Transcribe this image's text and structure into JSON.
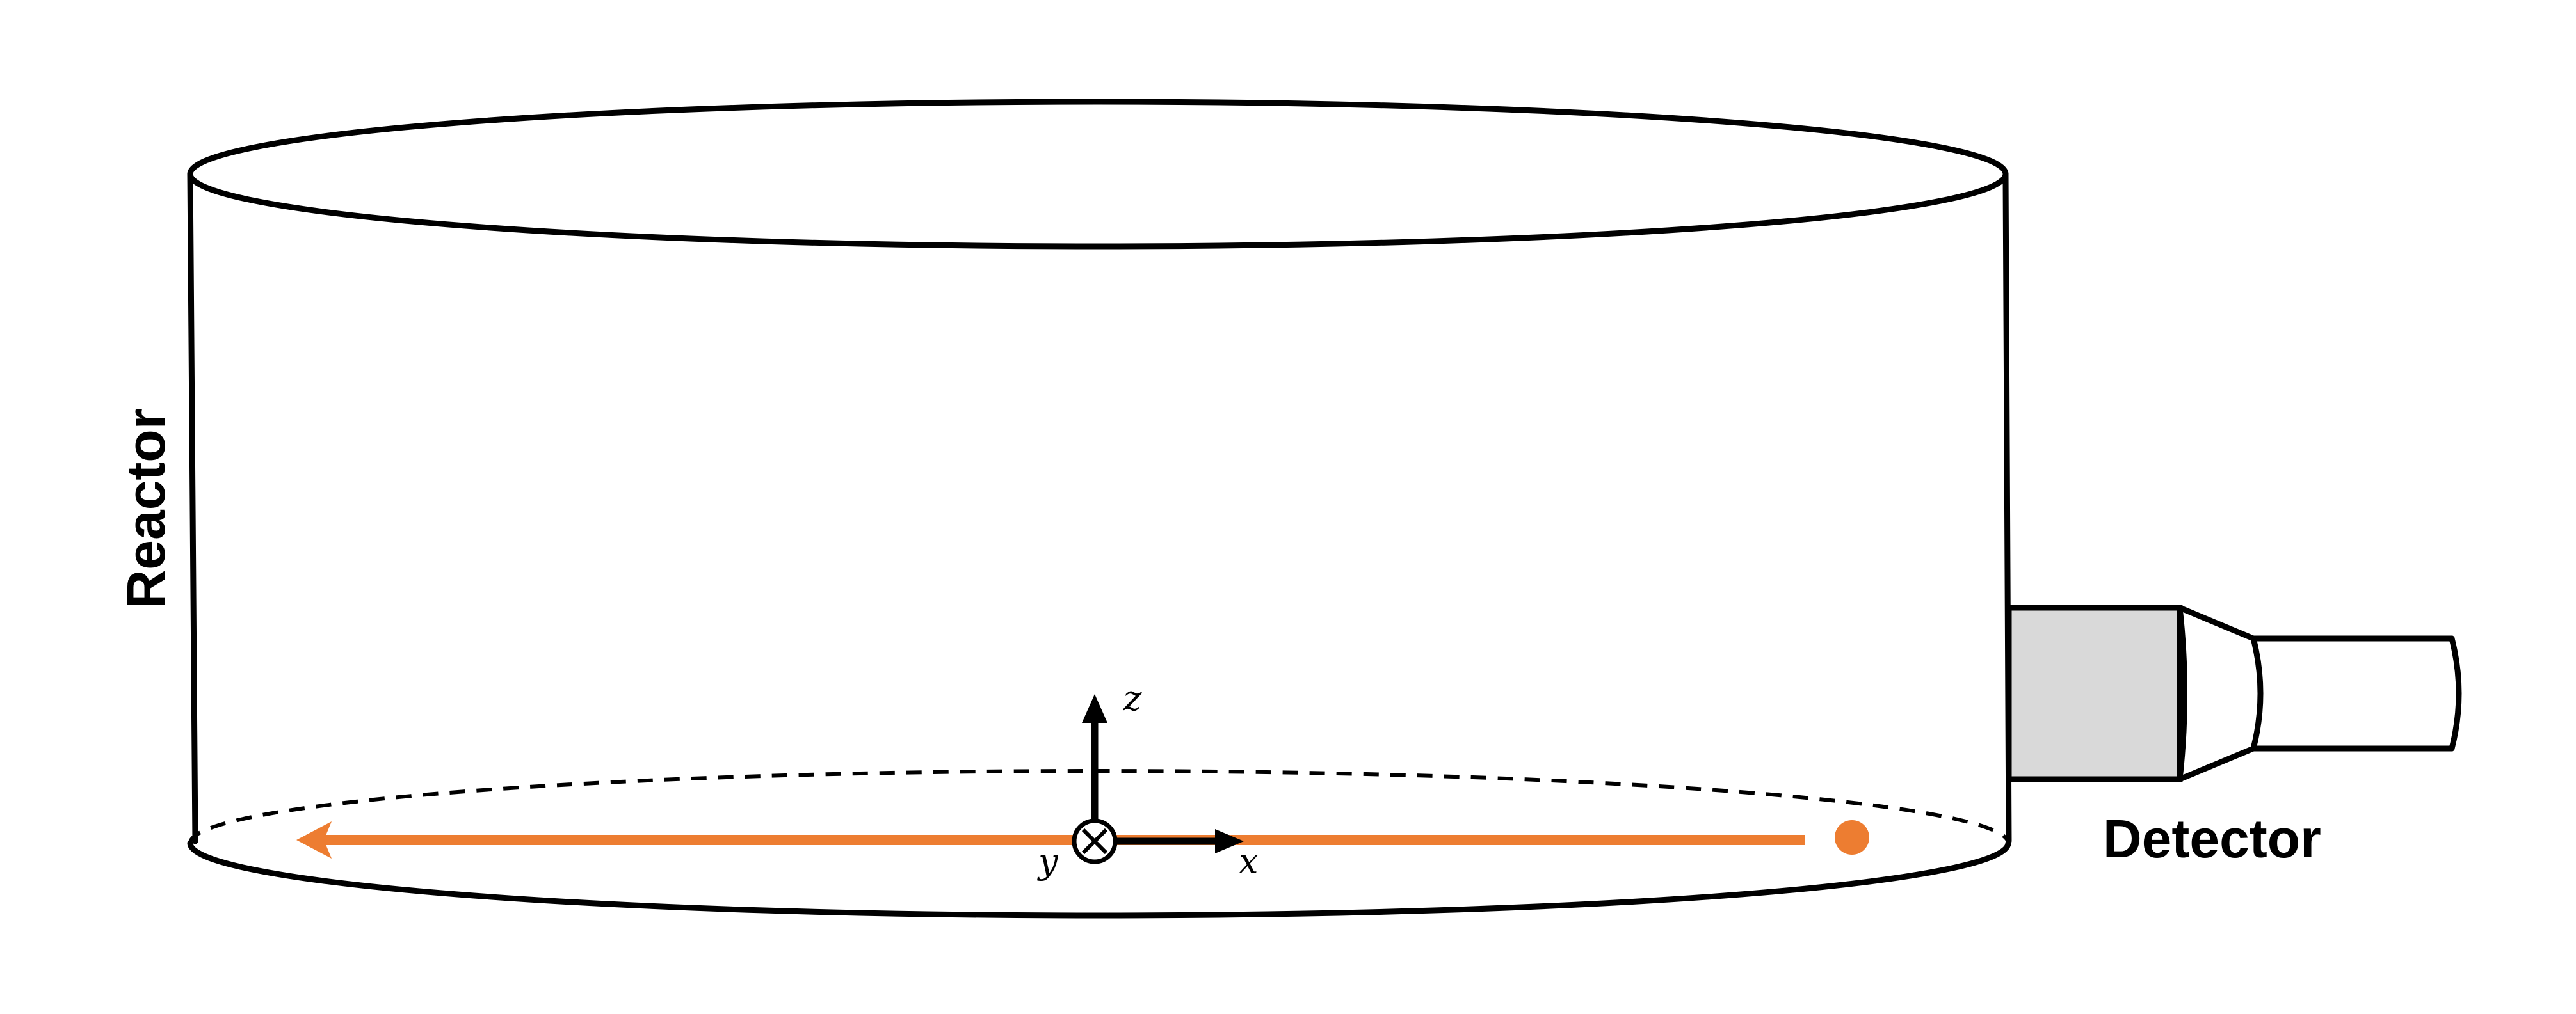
{
  "labels": {
    "reactor": "Reactor",
    "detector": "Detector"
  },
  "axes": {
    "x": "x",
    "y": "y",
    "z": "z"
  },
  "colors": {
    "outline": "#000000",
    "trajectory": "#ED7D31",
    "detector_body": "#D9D9D9",
    "background": "#FFFFFF"
  },
  "icons": {
    "y_axis_symbol": "circled-times-into-page-icon",
    "source_point": "filled-circle-icon",
    "trajectory_arrow": "arrow-left-icon"
  }
}
